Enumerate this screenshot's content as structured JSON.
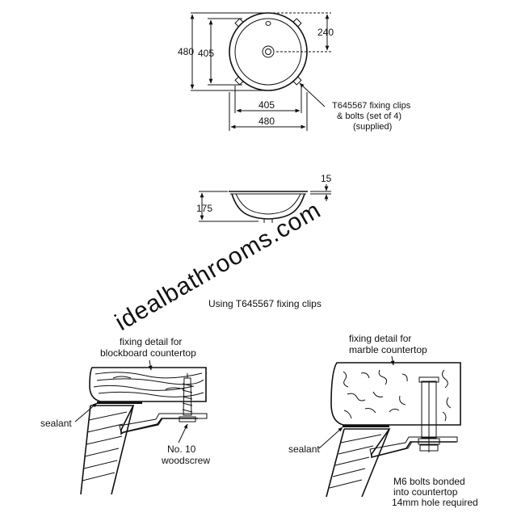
{
  "watermark": "idealbathrooms.com",
  "plan_view": {
    "dim_outer_vertical": "480",
    "dim_inner_vertical": "405",
    "dim_waste_offset": "240",
    "dim_inner_horizontal": "405",
    "dim_outer_horizontal": "480",
    "clip_callout": [
      "T645567 fixing clips",
      "& bolts (set of 4)",
      "(supplied)"
    ]
  },
  "section_view": {
    "dim_depth": "175",
    "dim_rim": "15"
  },
  "section_heading": "Using T645567 fixing clips",
  "detail_blockboard": {
    "title": [
      "fixing detail for",
      "blockboard countertop"
    ],
    "sealant_label": "sealant",
    "screw_label": [
      "No. 10",
      "woodscrew"
    ]
  },
  "detail_marble": {
    "title": [
      "fixing detail for",
      "marble countertop"
    ],
    "sealant_label": "sealant",
    "bolt_label": [
      "M6 bolts bonded",
      "into countertop",
      "14mm hole required"
    ]
  }
}
